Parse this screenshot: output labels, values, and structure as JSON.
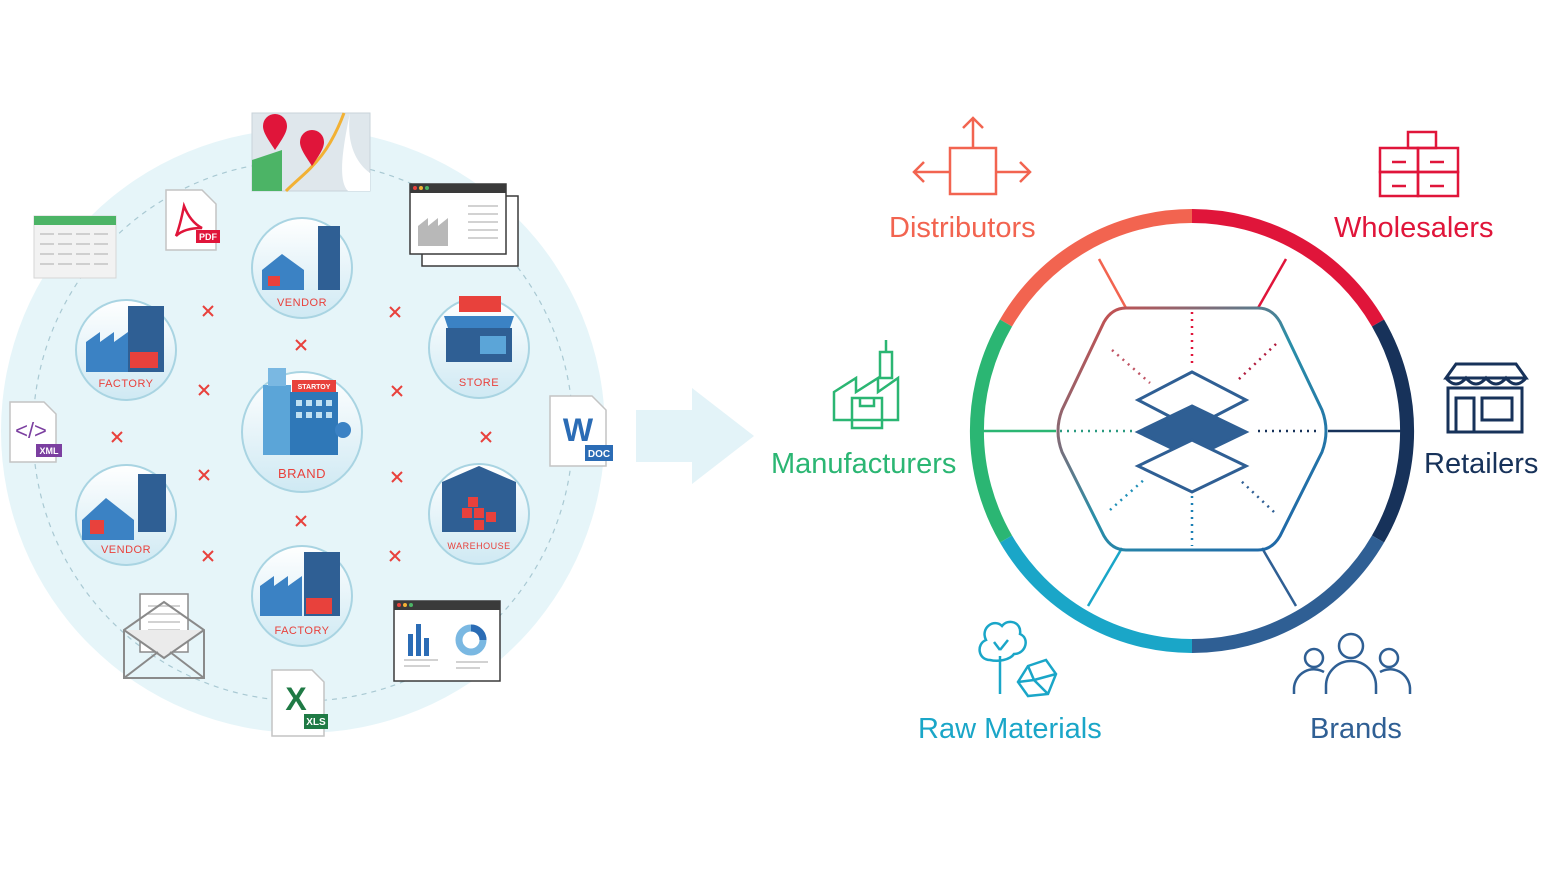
{
  "left_panel": {
    "hub": {
      "label": "BRAND",
      "sign": "STARTOY"
    },
    "nodes": [
      {
        "id": "vendor-top",
        "label": "VENDOR"
      },
      {
        "id": "factory-left",
        "label": "FACTORY"
      },
      {
        "id": "store",
        "label": "STORE"
      },
      {
        "id": "vendor-left",
        "label": "VENDOR"
      },
      {
        "id": "warehouse",
        "label": "WAREHOUSE"
      },
      {
        "id": "factory-bottom",
        "label": "FACTORY"
      }
    ],
    "documents": {
      "pdf": "PDF",
      "xml": "XML",
      "doc": "DOC",
      "xls": "XLS",
      "word_glyph": "W",
      "excel_glyph": "X"
    },
    "icons": [
      "map-icon",
      "spreadsheet-icon",
      "pdf-icon",
      "factory-screen-icon",
      "xml-icon",
      "word-doc-icon",
      "email-icon",
      "excel-icon",
      "dashboard-icon"
    ]
  },
  "arrow": {
    "icon": "arrow-right-icon"
  },
  "right_panel": {
    "segments": [
      {
        "name": "Distributors",
        "color": "#f26450",
        "icon": "distributor-box-arrows-icon"
      },
      {
        "name": "Wholesalers",
        "color": "#e0153a",
        "icon": "stacked-boxes-icon"
      },
      {
        "name": "Retailers",
        "color": "#17325a",
        "icon": "storefront-icon"
      },
      {
        "name": "Brands",
        "color": "#2f5f94",
        "icon": "people-group-icon"
      },
      {
        "name": "Raw Materials",
        "color": "#1aa6c8",
        "icon": "tree-gem-icon"
      },
      {
        "name": "Manufacturers",
        "color": "#2bb673",
        "icon": "factory-outline-icon"
      }
    ],
    "center_icon": "layers-icon"
  },
  "colors": {
    "accent_red": "#e8413c",
    "pale_blue": "#e6f5f9",
    "node_blue": "#3b82c4"
  }
}
